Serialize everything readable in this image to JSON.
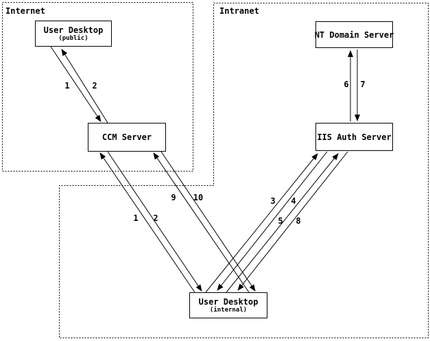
{
  "diagram": {
    "regions": {
      "internet": {
        "label": "Internet"
      },
      "intranet": {
        "label": "Intranet"
      }
    },
    "nodes": {
      "user_desktop_public": {
        "title": "User Desktop",
        "subtitle": "(public)"
      },
      "ccm_server": {
        "title": "CCM Server"
      },
      "nt_domain_server": {
        "title": "NT Domain Server"
      },
      "iis_auth_server": {
        "title": "IIS Auth Server"
      },
      "user_desktop_internal": {
        "title": "User Desktop",
        "subtitle": "(internal)"
      }
    },
    "edge_labels": {
      "public_step1": "1",
      "public_step2": "2",
      "internal_step1": "1",
      "internal_step2": "2",
      "step3": "3",
      "step4": "4",
      "step5": "5",
      "step6": "6",
      "step7": "7",
      "step8": "8",
      "step9": "9",
      "step10": "10"
    },
    "colors": {
      "line": "#000000",
      "background": "#ffffff",
      "text": "#000000"
    }
  }
}
